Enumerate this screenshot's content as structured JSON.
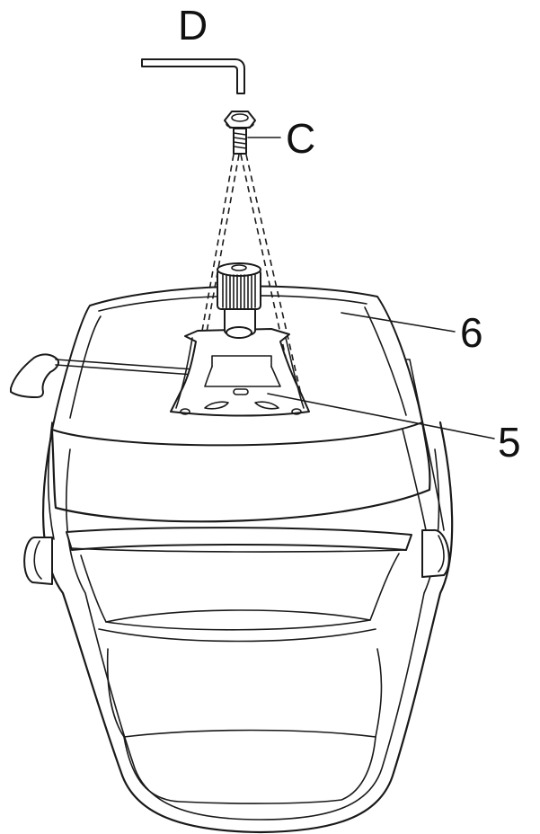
{
  "labels": {
    "allen_key": "D",
    "bolt": "C",
    "seat": "6",
    "mechanism_plate": "5"
  }
}
